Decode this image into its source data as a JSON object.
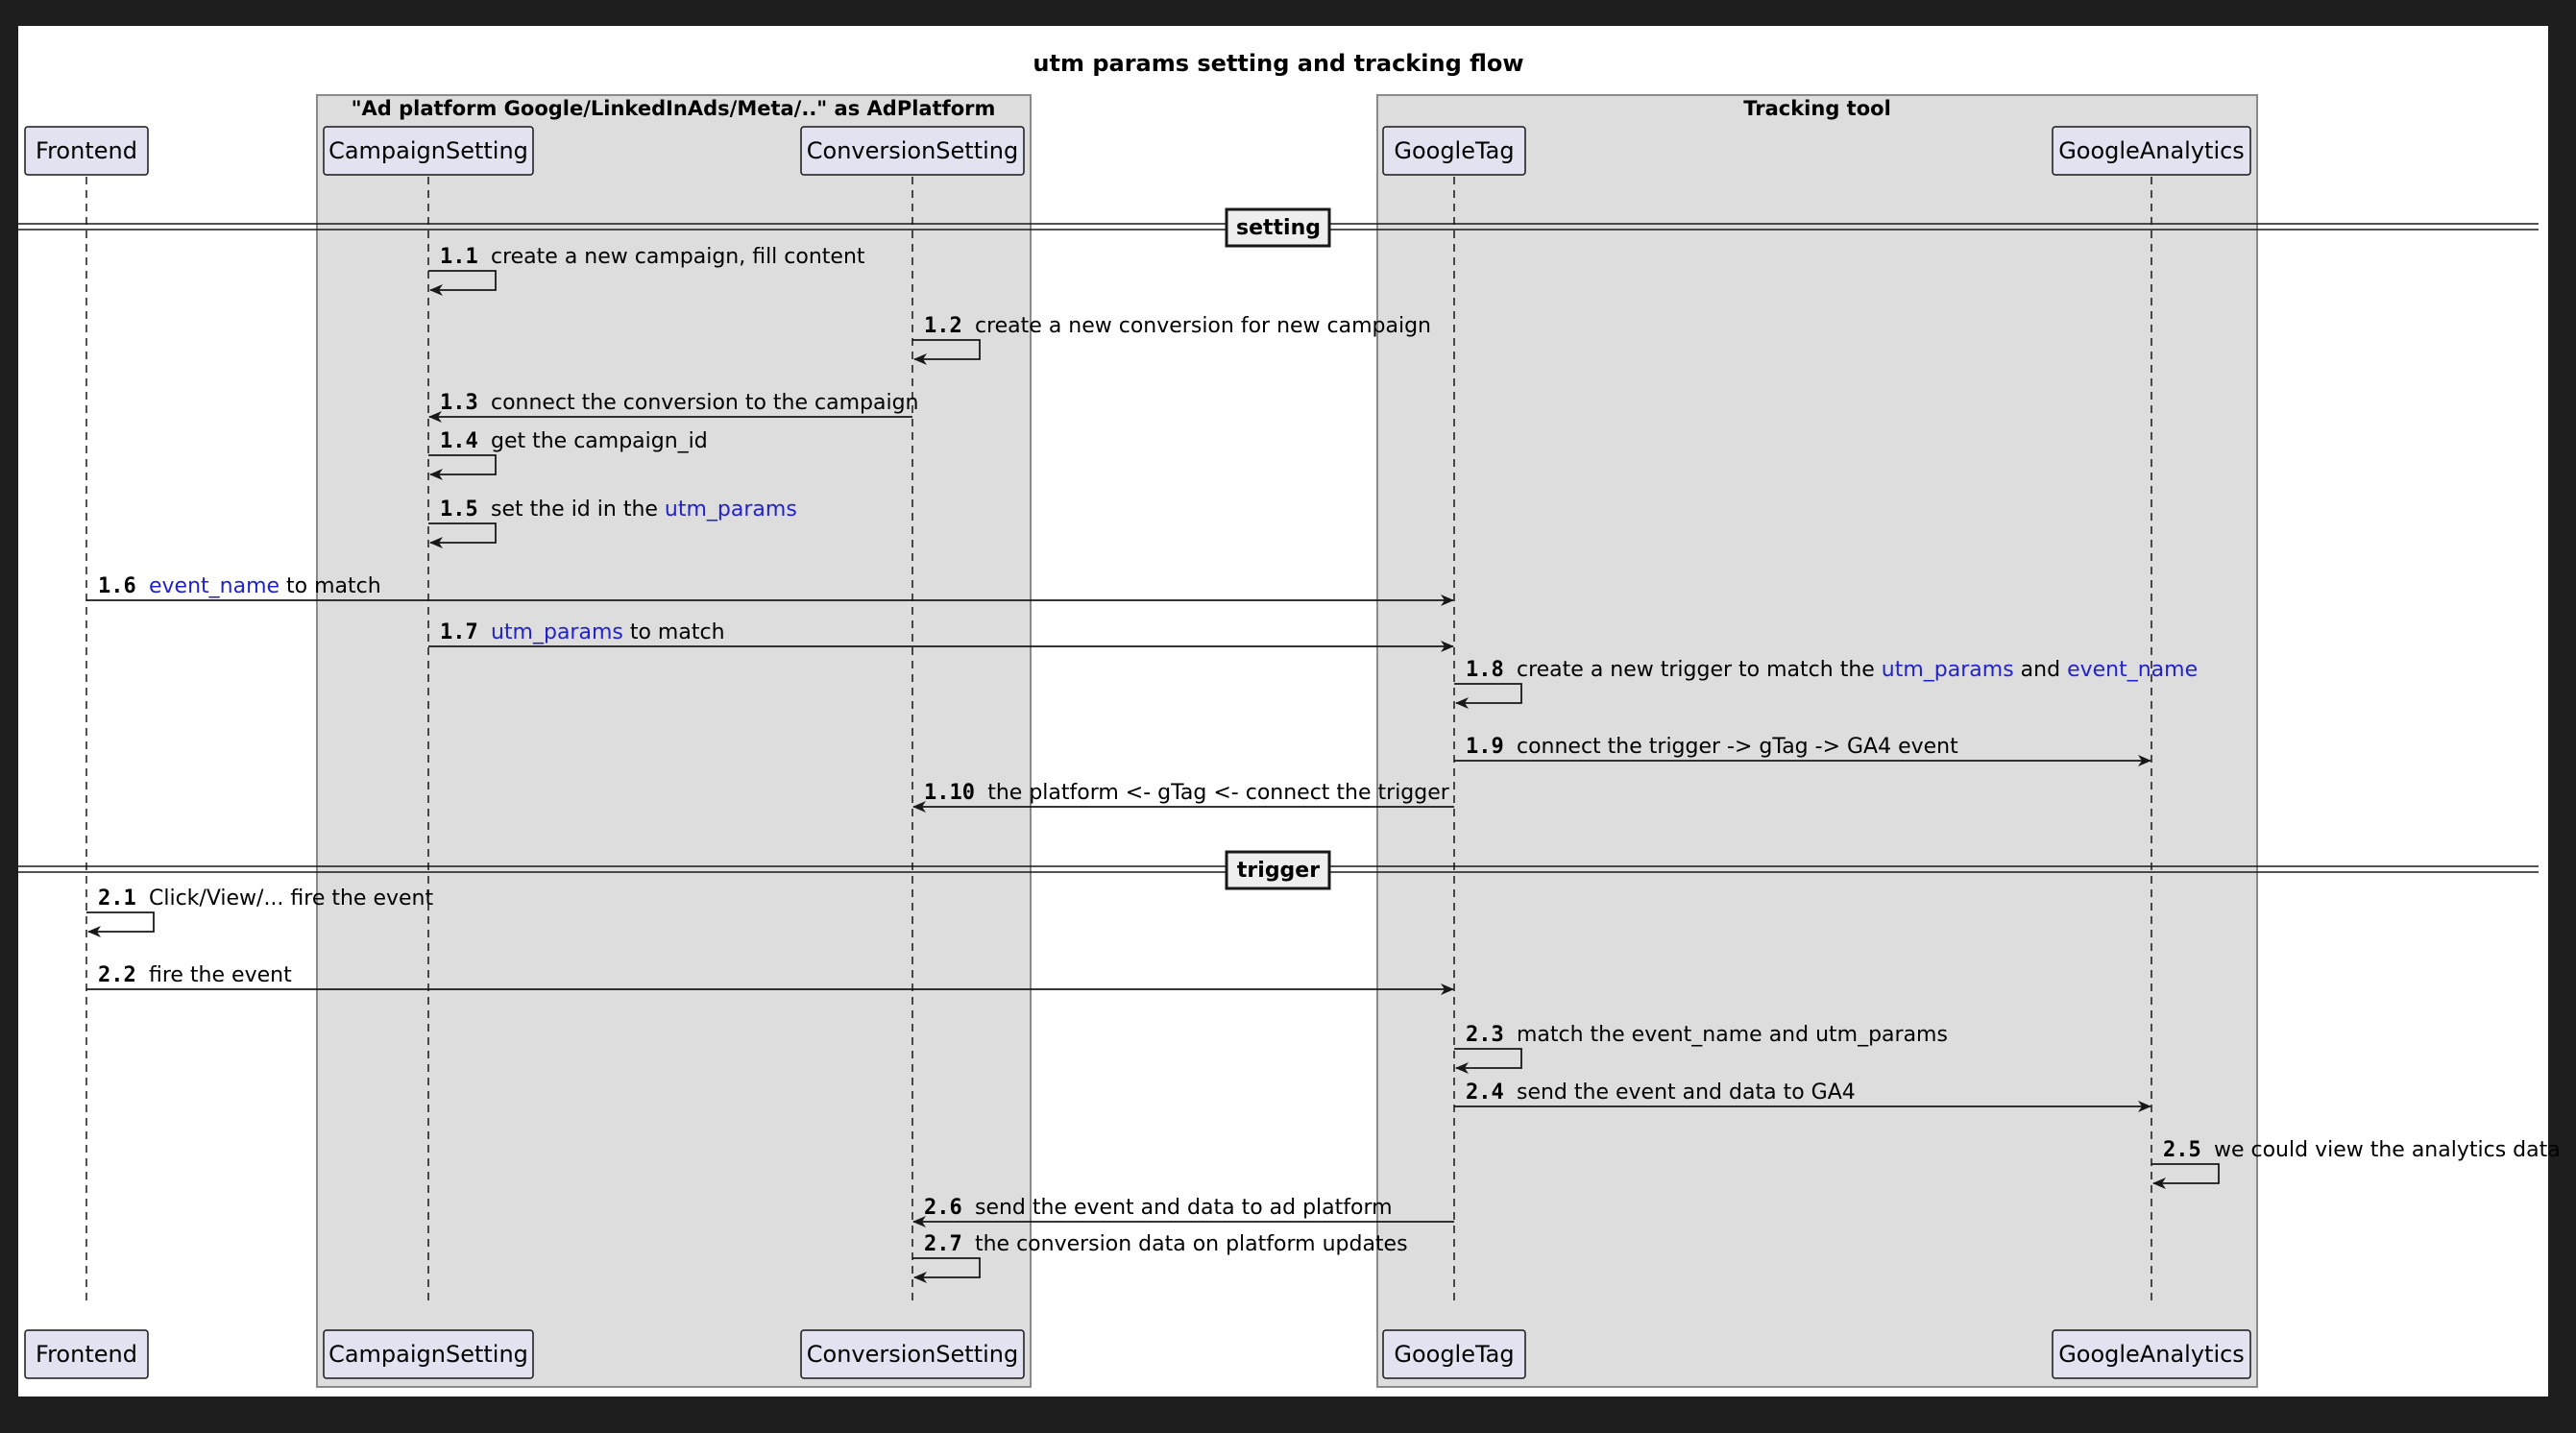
{
  "diagram": {
    "title": "utm params setting and tracking flow",
    "boxes": [
      {
        "id": "adplatform",
        "label": "\"Ad platform Google/LinkedInAds/Meta/..\" as AdPlatform"
      },
      {
        "id": "tracking",
        "label": "Tracking tool"
      }
    ],
    "participants": [
      {
        "id": "frontend",
        "label": "Frontend"
      },
      {
        "id": "campaign",
        "label": "CampaignSetting"
      },
      {
        "id": "conversion",
        "label": "ConversionSetting"
      },
      {
        "id": "gtag",
        "label": "GoogleTag"
      },
      {
        "id": "ga",
        "label": "GoogleAnalytics"
      }
    ],
    "dividers": [
      {
        "label": "setting"
      },
      {
        "label": "trigger"
      }
    ],
    "messages": [
      {
        "num": "1.1",
        "from": "campaign",
        "to": "campaign",
        "parts": [
          {
            "t": "create a new campaign, fill content"
          }
        ]
      },
      {
        "num": "1.2",
        "from": "conversion",
        "to": "conversion",
        "parts": [
          {
            "t": "create a new conversion for new campaign"
          }
        ]
      },
      {
        "num": "1.3",
        "from": "conversion",
        "to": "campaign",
        "parts": [
          {
            "t": "connect the conversion to the campaign"
          }
        ]
      },
      {
        "num": "1.4",
        "from": "campaign",
        "to": "campaign",
        "parts": [
          {
            "t": "get the campaign_id"
          }
        ]
      },
      {
        "num": "1.5",
        "from": "campaign",
        "to": "campaign",
        "parts": [
          {
            "t": "set the id in the "
          },
          {
            "t": "utm_params",
            "hl": true
          }
        ]
      },
      {
        "num": "1.6",
        "from": "frontend",
        "to": "gtag",
        "parts": [
          {
            "t": "event_name",
            "hl": true
          },
          {
            "t": " to match"
          }
        ]
      },
      {
        "num": "1.7",
        "from": "campaign",
        "to": "gtag",
        "parts": [
          {
            "t": "utm_params",
            "hl": true
          },
          {
            "t": " to match"
          }
        ]
      },
      {
        "num": "1.8",
        "from": "gtag",
        "to": "gtag",
        "parts": [
          {
            "t": "create a new trigger to match the "
          },
          {
            "t": "utm_params",
            "hl": true
          },
          {
            "t": " and "
          },
          {
            "t": "event_name",
            "hl": true
          }
        ]
      },
      {
        "num": "1.9",
        "from": "gtag",
        "to": "ga",
        "parts": [
          {
            "t": "connect the trigger -> gTag -> GA4 event"
          }
        ]
      },
      {
        "num": "1.10",
        "from": "gtag",
        "to": "conversion",
        "parts": [
          {
            "t": "the platform <- gTag <- connect the trigger"
          }
        ]
      },
      {
        "num": "2.1",
        "from": "frontend",
        "to": "frontend",
        "parts": [
          {
            "t": "Click/View/... fire the event"
          }
        ]
      },
      {
        "num": "2.2",
        "from": "frontend",
        "to": "gtag",
        "parts": [
          {
            "t": "fire the event"
          }
        ]
      },
      {
        "num": "2.3",
        "from": "gtag",
        "to": "gtag",
        "parts": [
          {
            "t": "match the event_name and utm_params"
          }
        ]
      },
      {
        "num": "2.4",
        "from": "gtag",
        "to": "ga",
        "parts": [
          {
            "t": "send the event and data to GA4"
          }
        ]
      },
      {
        "num": "2.5",
        "from": "ga",
        "to": "ga",
        "parts": [
          {
            "t": "we could view the analytics data"
          }
        ]
      },
      {
        "num": "2.6",
        "from": "gtag",
        "to": "conversion",
        "parts": [
          {
            "t": "send the event and data to ad platform"
          }
        ]
      },
      {
        "num": "2.7",
        "from": "conversion",
        "to": "conversion",
        "parts": [
          {
            "t": "the conversion data on platform updates"
          }
        ]
      }
    ],
    "colors": {
      "page_background": "#1e1e1e",
      "canvas": "#ffffff",
      "box_fill": "#dddddd",
      "box_stroke": "#8a8a8a",
      "participant_fill": "#e2e2f0",
      "participant_stroke": "#181818",
      "line": "#181818",
      "highlight_text": "#2222cc"
    }
  }
}
